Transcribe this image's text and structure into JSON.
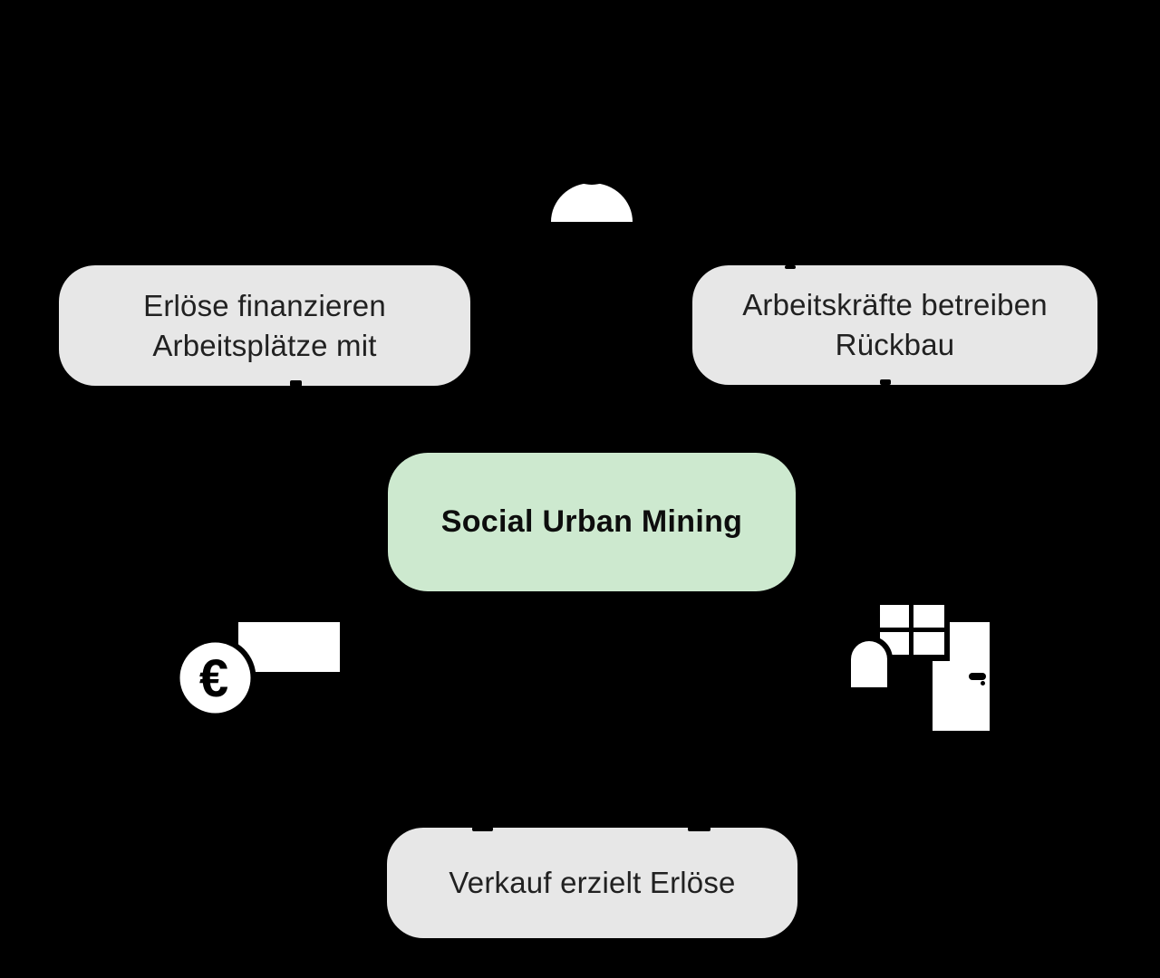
{
  "canvas": {
    "background_color": "#000000"
  },
  "diagram": {
    "center_node": {
      "label": "Social Urban Mining",
      "background_color": "#cde9cf",
      "text_color": "#0d0d0d"
    },
    "nodes": {
      "top_left": {
        "line1": "Erlöse finanzieren",
        "line2": "Arbeitsplätze mit"
      },
      "top_right": {
        "line1": "Arbeitskräfte betreiben",
        "line2": "Rückbau"
      },
      "bottom": {
        "label": "Verkauf erzielt Erlöse"
      }
    },
    "node_style": {
      "background_color": "#e7e7e7",
      "text_color": "#212121"
    },
    "icons": {
      "person": {
        "name": "person-icon",
        "color": "#ffffff"
      },
      "money": {
        "name": "euro-money-icon",
        "color": "#ffffff",
        "currency_symbol": "€"
      },
      "materials": {
        "name": "window-door-icon",
        "color": "#ffffff"
      }
    }
  }
}
